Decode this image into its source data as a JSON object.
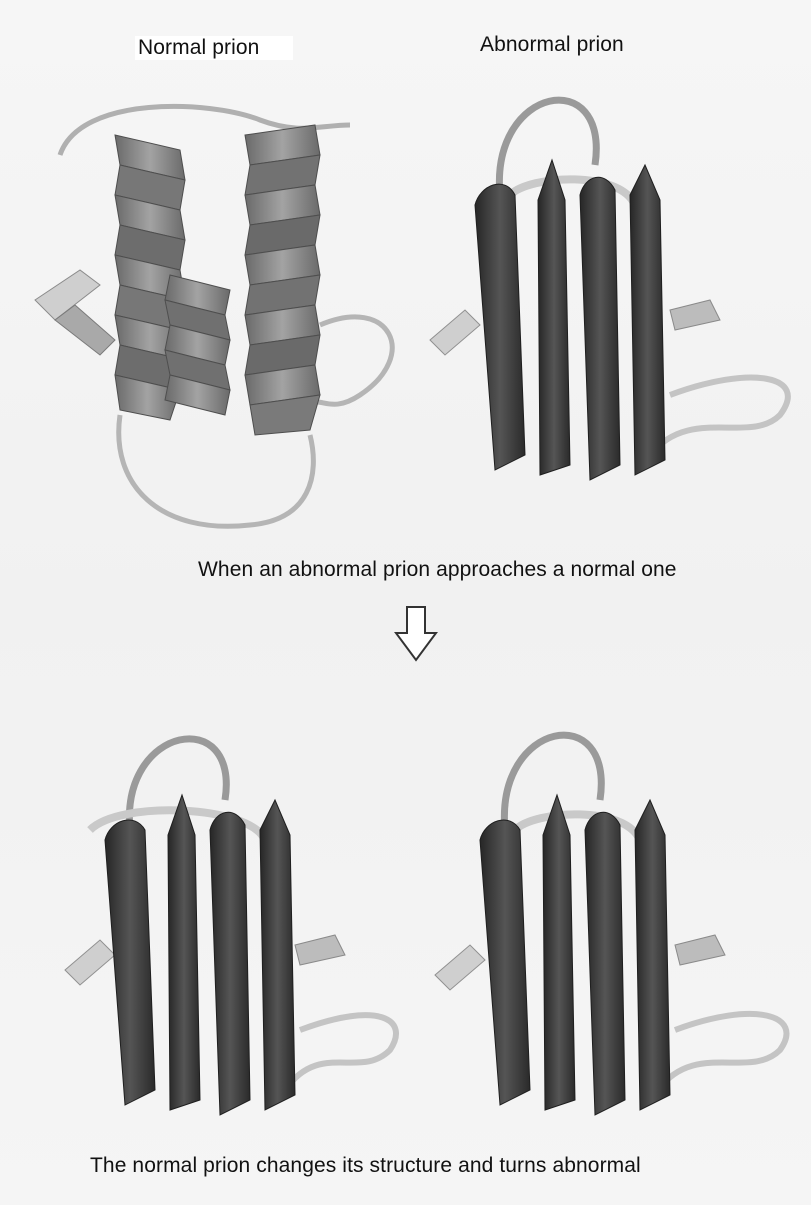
{
  "labels": {
    "normal_prion": "Normal prion",
    "abnormal_prion": "Abnormal prion",
    "approach_caption": "When an abnormal prion approaches a normal one",
    "result_caption": "The normal prion changes its structure and turns abnormal"
  },
  "panels": [
    {
      "id": "top-left",
      "form": "normal",
      "structure": "alpha-helix bundle"
    },
    {
      "id": "top-right",
      "form": "abnormal",
      "structure": "beta-sheet"
    },
    {
      "id": "bottom-left",
      "form": "abnormal",
      "structure": "beta-sheet"
    },
    {
      "id": "bottom-right",
      "form": "abnormal",
      "structure": "beta-sheet"
    }
  ],
  "arrow": {
    "direction": "down",
    "icon": "hollow-down-arrow-icon"
  },
  "colors": {
    "helix": "#8c8c8c",
    "helix_dark": "#5e5e5e",
    "strand": "#3f3f3f",
    "strand_dark": "#262626",
    "loop": "#bdbdbd"
  }
}
